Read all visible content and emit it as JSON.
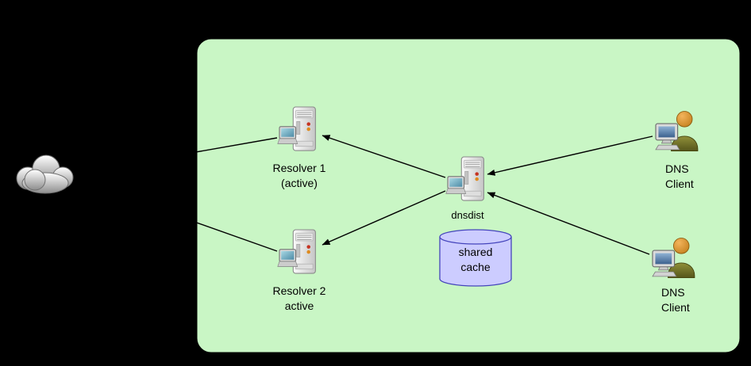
{
  "diagram": {
    "internet_cloud": {
      "icon": "cloud-icon"
    },
    "resolver1": {
      "line1": "Resolver 1",
      "line2": "(active)",
      "icon": "server-icon"
    },
    "resolver2": {
      "line1": "Resolver 2",
      "line2": "active",
      "icon": "server-icon"
    },
    "dnsdist": {
      "label": "dnsdist",
      "icon": "server-icon"
    },
    "shared_cache": {
      "line1": "shared",
      "line2": "cache",
      "icon": "database-cylinder-icon"
    },
    "dns_client_top": {
      "line1": "DNS",
      "line2": "Client",
      "icon": "user-workstation-icon"
    },
    "dns_client_bottom": {
      "line1": "DNS",
      "line2": "Client",
      "icon": "user-workstation-icon"
    },
    "colors": {
      "background": "#000000",
      "lan_fill": "#c9f6c5",
      "cache_fill": "#ccccff",
      "cache_stroke": "#4444bb",
      "line": "#000000"
    }
  }
}
